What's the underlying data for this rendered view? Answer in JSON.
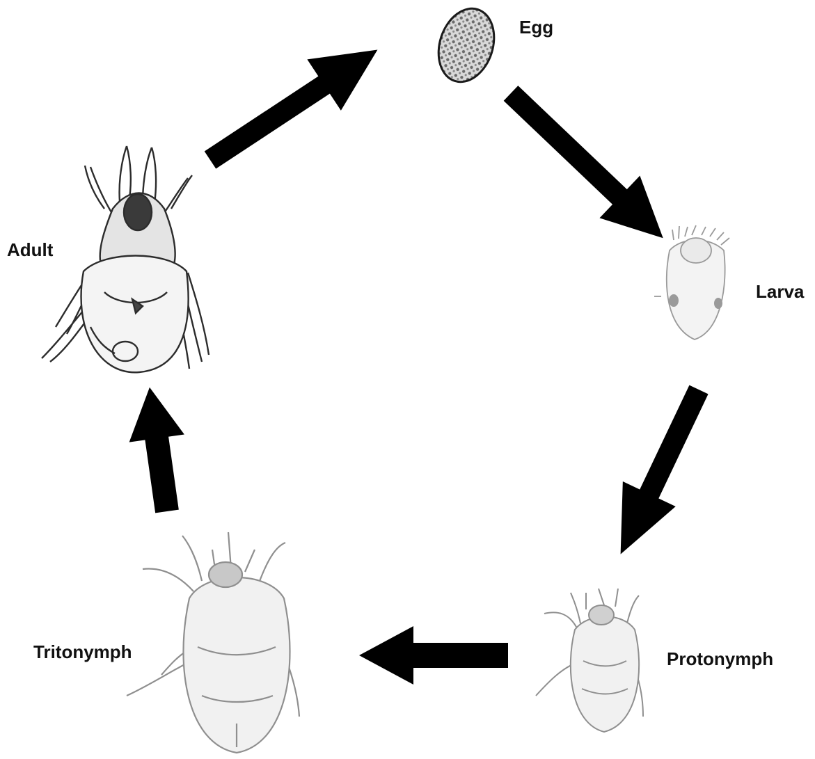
{
  "diagram": {
    "stages": {
      "egg": "Egg",
      "larva": "Larva",
      "protonymph": "Protonymph",
      "tritonymph": "Tritonymph",
      "adult": "Adult"
    },
    "arrow_color": "#000000",
    "illustration_colors": {
      "adult_outline": "#2a2a2a",
      "nymph_outline": "#8a8a8a",
      "egg_fill": "#c8c8c8"
    }
  }
}
